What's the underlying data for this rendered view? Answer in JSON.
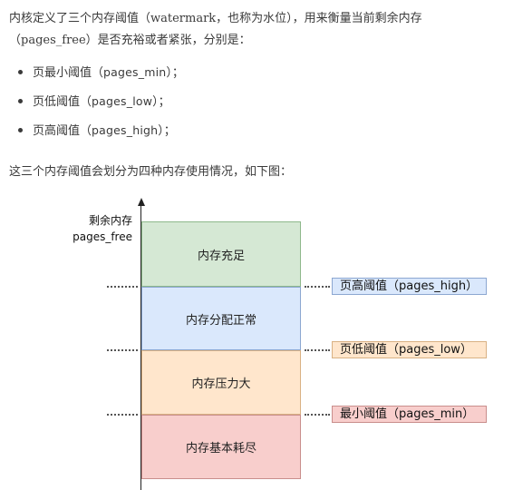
{
  "intro": {
    "text": "内核定义了三个内存阈值（watermark，也称为水位），用来衡量当前剩余内存（pages_free）是否充裕或者紧张，分别是："
  },
  "bullets": [
    {
      "prefix": "页最小阈值（",
      "code": "pages_min",
      "suffix": "）；"
    },
    {
      "prefix": "页低阈值（",
      "code": "pages_low",
      "suffix": "）；"
    },
    {
      "prefix": "页高阈值（",
      "code": "pages_high",
      "suffix": "）；"
    }
  ],
  "outro": {
    "text": "这三个内存阈值会划分为四种内存使用情况，如下图："
  },
  "diagram": {
    "axis_label_line1": "剩余内存",
    "axis_label_line2": "pages_free",
    "zones": [
      {
        "label": "内存充足",
        "color": "#d5e8d4"
      },
      {
        "label": "内存分配正常",
        "color": "#dae8fc"
      },
      {
        "label": "内存压力大",
        "color": "#ffe6cc"
      },
      {
        "label": "内存基本耗尽",
        "color": "#f8cecc"
      }
    ],
    "thresholds": [
      {
        "label": "页高阈值（pages_high）",
        "color": "#dae8fc"
      },
      {
        "label": "页低阈值（pages_low）",
        "color": "#ffe6cc"
      },
      {
        "label": "最小阈值（pages_min）",
        "color": "#f8cecc"
      }
    ]
  }
}
